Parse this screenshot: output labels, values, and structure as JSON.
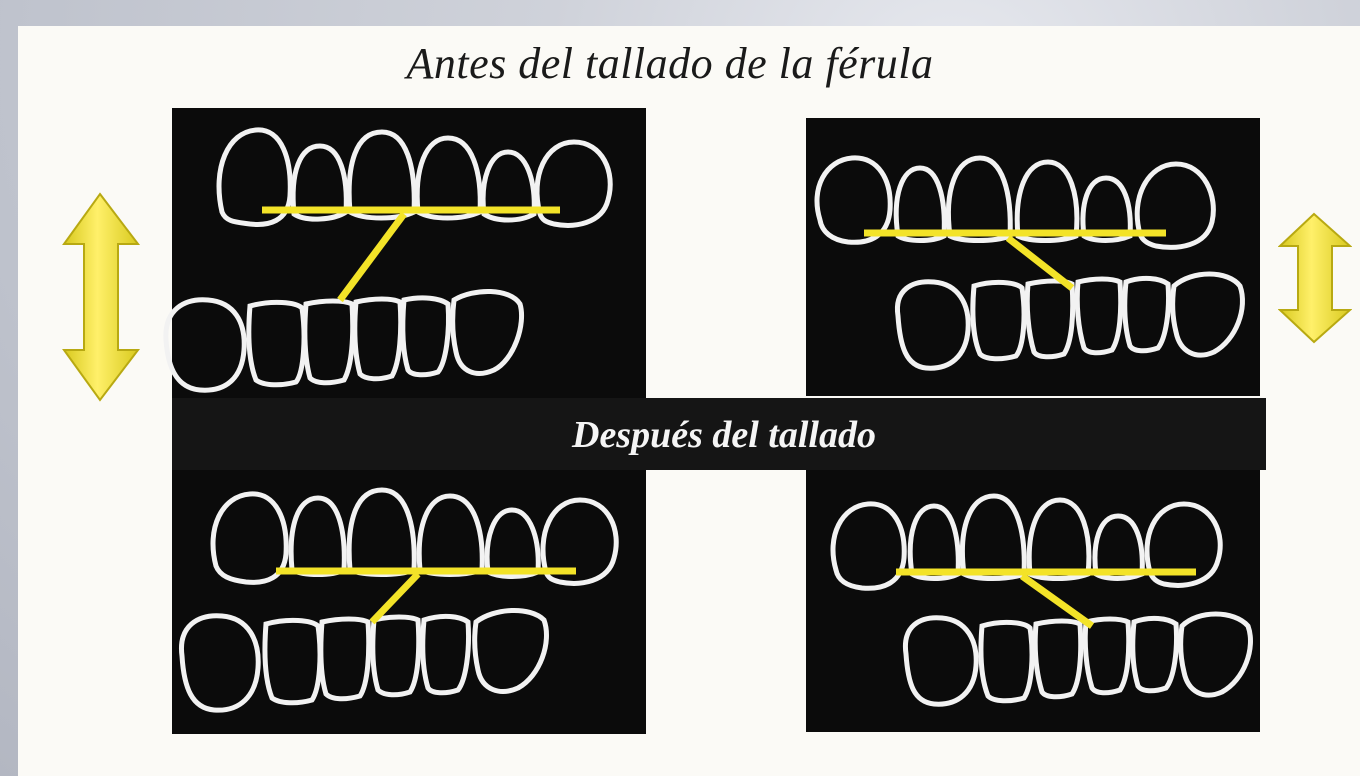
{
  "title": "Antes del tallado de la férula",
  "band_label": "Después del tallado",
  "colors": {
    "panel": "#0b0b0b",
    "tooth_outline": "#f2f2f2",
    "occlusal_line": "#f3e328",
    "arrow_fill": "#f5e22a",
    "paper": "#fbfaf6"
  },
  "icons": [
    "vertical-double-arrow-large",
    "vertical-double-arrow-small"
  ]
}
